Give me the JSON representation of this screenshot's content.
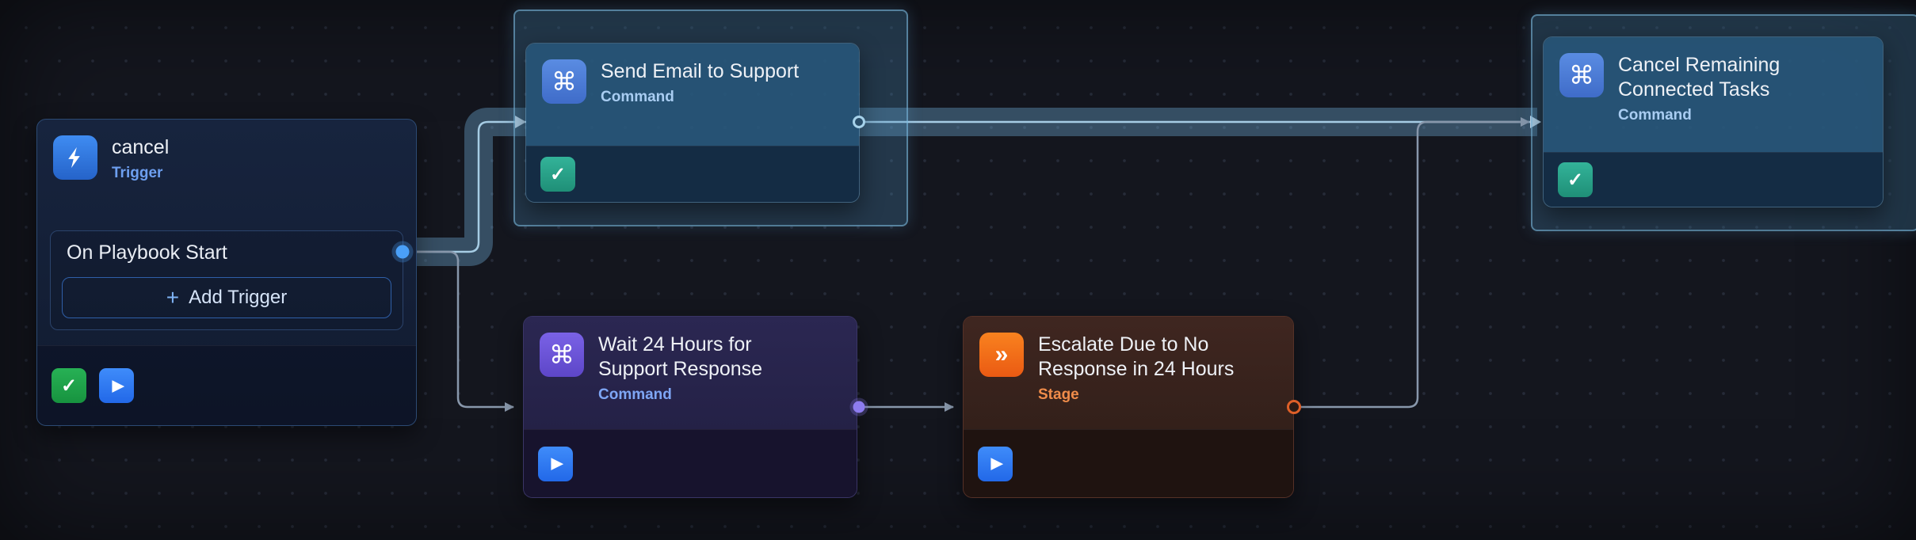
{
  "canvas": {
    "background": "#14161e"
  },
  "nodes": {
    "trigger": {
      "title": "cancel",
      "type_label": "Trigger",
      "event_label": "On Playbook Start",
      "add_trigger_label": "Add Trigger",
      "plus_glyph": "+"
    },
    "send_email": {
      "title": "Send Email to Support",
      "type_label": "Command"
    },
    "wait": {
      "title": "Wait 24 Hours for Support Response",
      "type_label": "Command"
    },
    "escalate": {
      "title": "Escalate Due to No Response in 24 Hours",
      "type_label": "Stage"
    },
    "cancel_tasks": {
      "title": "Cancel Remaining Connected Tasks",
      "type_label": "Command"
    }
  },
  "glyphs": {
    "command_icon": "⌘",
    "stage_icon": "»",
    "check_icon": "✓",
    "play_icon": "▶"
  },
  "colors": {
    "trigger_accent": "#3b82f6",
    "command_accent": "#4d7fd9",
    "wait_accent": "#6e56d8",
    "stage_accent": "#f2701d",
    "success_green": "#1ea14b",
    "success_teal": "#2aa88c",
    "play_blue": "#2f7ff7",
    "selection_blue": "#5ba6d6",
    "edge_gray": "#8897ab"
  }
}
